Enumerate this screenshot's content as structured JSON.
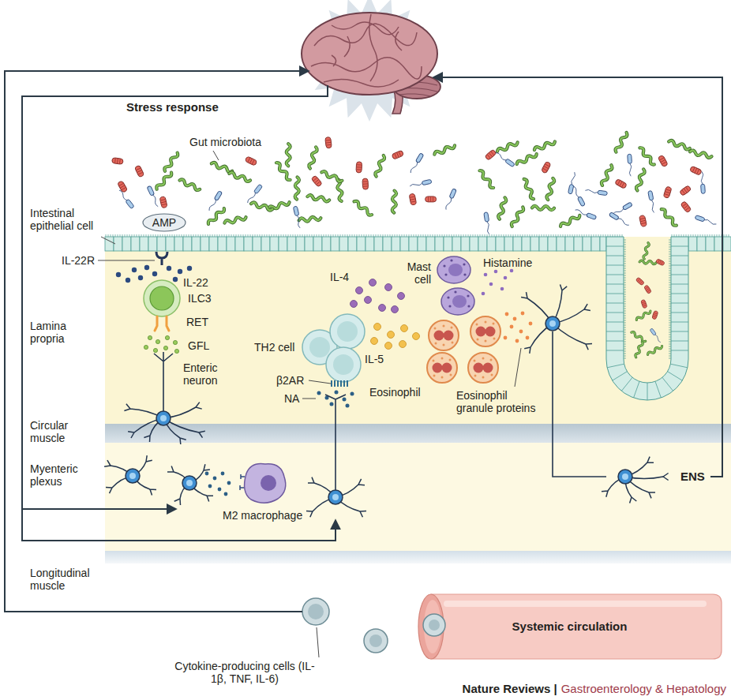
{
  "diagram": {
    "nodes": [
      {
        "text": [
          "AMP"
        ]
      },
      {
        "text": [
          "Systemic circulation"
        ]
      }
    ],
    "labels": [
      "Stress response",
      "Gut microbiota",
      "Intestinal epithelial cell",
      "IL-22R",
      "IL-22",
      "ILC3",
      "RET",
      "GFL",
      "Enteric neuron",
      "Lamina propria",
      "IL-4",
      "Mast cell",
      "Histamine",
      "TH2 cell",
      "β2AR",
      "NA",
      "IL-5",
      "Eosinophil",
      "Eosinophil granule proteins",
      "Circular muscle",
      "Myenteric plexus",
      "M2 macrophage",
      "ENS",
      "Longitudinal muscle",
      "Cytokine-producing cells (IL-1β, TNF, IL-6)",
      "Nature Reviews |",
      "Gastroenterology & Hepatology"
    ]
  }
}
